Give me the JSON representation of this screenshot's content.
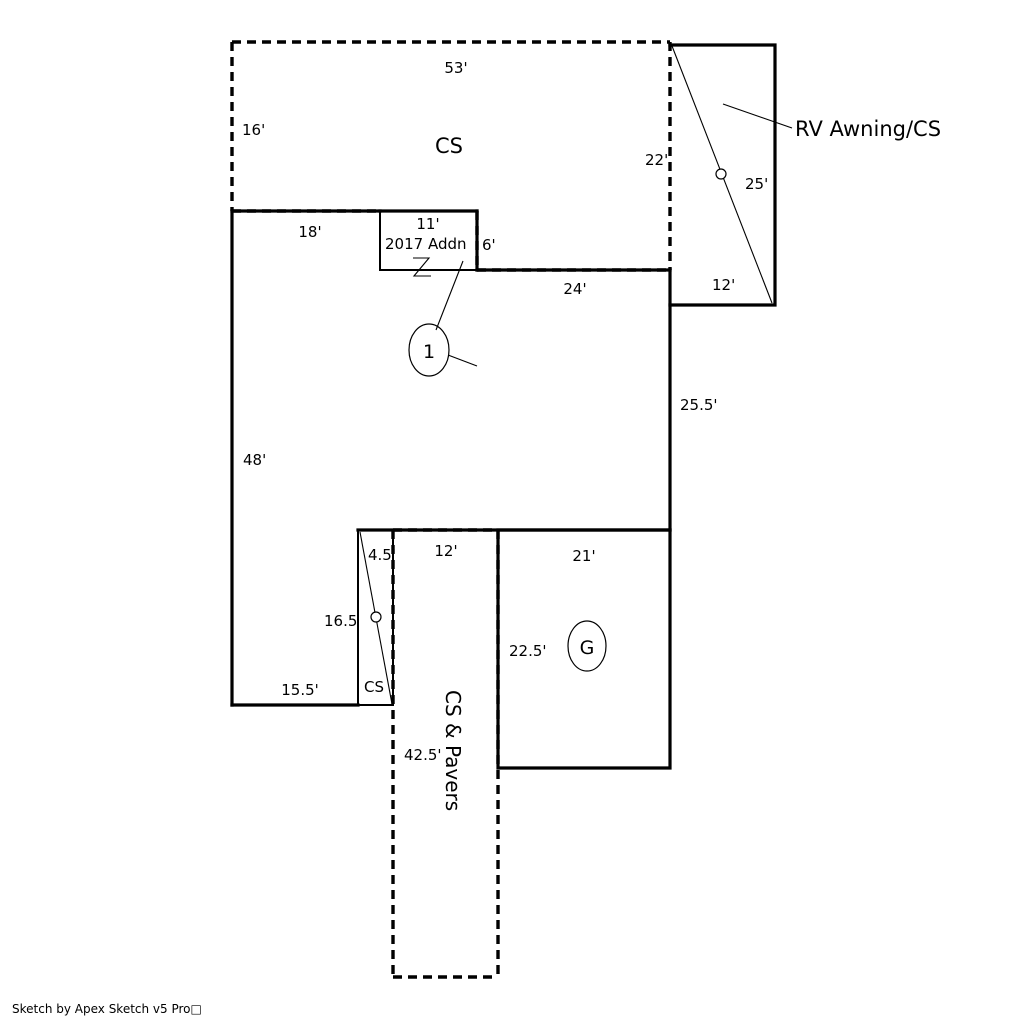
{
  "document": {
    "type": "property-sketch",
    "footer": "Sketch by Apex Sketch v5 Pro□",
    "background_color": "#ffffff",
    "line_color": "#000000"
  },
  "areas": [
    {
      "id": "cs-upper",
      "label": "CS",
      "outline": "dashed",
      "description": "Upper covered slab area"
    },
    {
      "id": "rv-awning",
      "label": "RV Awning/CS",
      "outline": "solid",
      "description": "RV awning covered slab at upper right"
    },
    {
      "id": "addition-2017",
      "label": "2017 Addn",
      "outline": "solid",
      "description": "2017 addition bump-out"
    },
    {
      "id": "cs-small",
      "label": "CS",
      "outline": "solid",
      "description": "Small covered slab strip on lower left"
    },
    {
      "id": "cs-pavers",
      "label": "CS & Pavers",
      "outline": "dashed",
      "description": "Vertical covered slab and pavers strip"
    },
    {
      "id": "garage",
      "label": "G",
      "outline": "solid",
      "description": "Garage"
    }
  ],
  "markers": [
    {
      "id": "marker-1",
      "text": "1",
      "shape": "ellipse"
    },
    {
      "id": "marker-g",
      "text": "G",
      "shape": "ellipse"
    }
  ],
  "callouts": [
    {
      "id": "rv-awning-callout",
      "text": "RV Awning/CS"
    }
  ],
  "dimensions": {
    "cs_top": "53'",
    "cs_left": "16'",
    "cs_right": "22'",
    "main_upper_left": "18'",
    "addition_top": "11'",
    "addition_right": "6'",
    "main_lower_top": "24'",
    "rv_right": "25'",
    "rv_bottom": "12'",
    "main_right": "25.5'",
    "main_left": "48'",
    "small_cs_top": "4.5'",
    "small_cs_left": "16.5",
    "main_bottom_left": "15.5'",
    "pavers_top": "12'",
    "pavers_left": "42.5'",
    "garage_top": "21'",
    "garage_left": "22.5'"
  },
  "labels": {
    "cs_upper": "CS",
    "addition": "2017 Addn",
    "cs_small": "CS",
    "cs_pavers": "CS & Pavers"
  }
}
